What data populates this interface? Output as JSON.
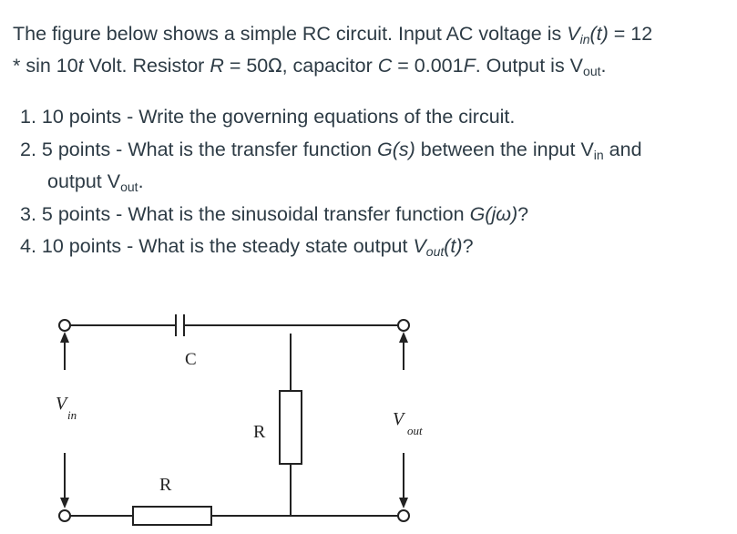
{
  "problem": {
    "line1_a": "The figure below shows a simple RC circuit. Input AC voltage is ",
    "vin_base": "V",
    "vin_sub": "in",
    "vin_arg": "(t)",
    "line1_b": " = 12",
    "line2_a": "* sin 10",
    "t_var": "t",
    "line2_b": " Volt.  Resistor ",
    "r_var": "R",
    "line2_c": " = 50",
    "ohm": "Ω",
    "line2_d": ", capacitor ",
    "c_var": "C",
    "line2_e": " = 0.001",
    "f_unit": "F",
    "line2_f": ". Output is V",
    "vout_sub": "out",
    "period": "."
  },
  "questions": {
    "q1": "1. 10 points - Write the governing equations of the circuit.",
    "q2_a": "2. 5 points - What is the transfer function ",
    "q2_g": "G(s)",
    "q2_b": " between the input V",
    "q2_in": "in",
    "q2_c": " and",
    "q2_d": "output V",
    "q2_out": "out",
    "q2_e": ".",
    "q3_a": "3. 5 points - What is the sinusoidal transfer function ",
    "q3_g": "G(jω)",
    "q3_b": "?",
    "q4_a": "4. 10 points - What is the steady state output ",
    "q4_v": "V",
    "q4_out": "out",
    "q4_t": "(t)",
    "q4_b": "?"
  },
  "circuit": {
    "cap_label": "C",
    "res_label_shunt": "R",
    "res_label_series": "R",
    "vin_label": "V",
    "vin_sub": "in",
    "vout_label": "V",
    "vout_sub": "out"
  }
}
